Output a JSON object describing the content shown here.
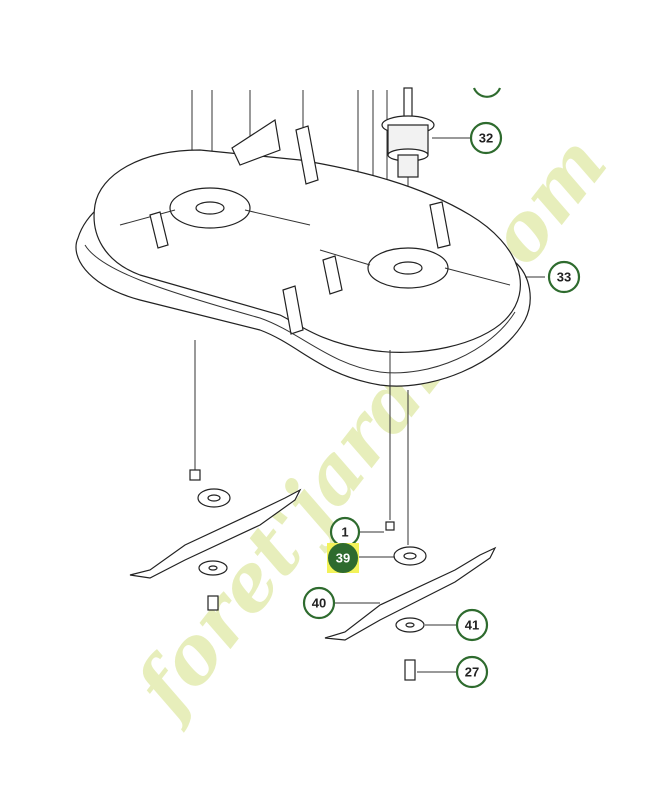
{
  "watermark": {
    "text": "foret'jardin.com"
  },
  "colors": {
    "callout_border": "#2e6b2e",
    "highlight": "#f3f35a",
    "highlight_fill": "#2e6b2e",
    "watermark": "#e3ecb0"
  },
  "callouts": [
    {
      "id": "c1",
      "label": "1"
    },
    {
      "id": "c27",
      "label": "27"
    },
    {
      "id": "c32",
      "label": "32"
    },
    {
      "id": "c33",
      "label": "33"
    },
    {
      "id": "c39",
      "label": "39",
      "highlighted": true
    },
    {
      "id": "c40",
      "label": "40"
    },
    {
      "id": "c41",
      "label": "41"
    }
  ]
}
